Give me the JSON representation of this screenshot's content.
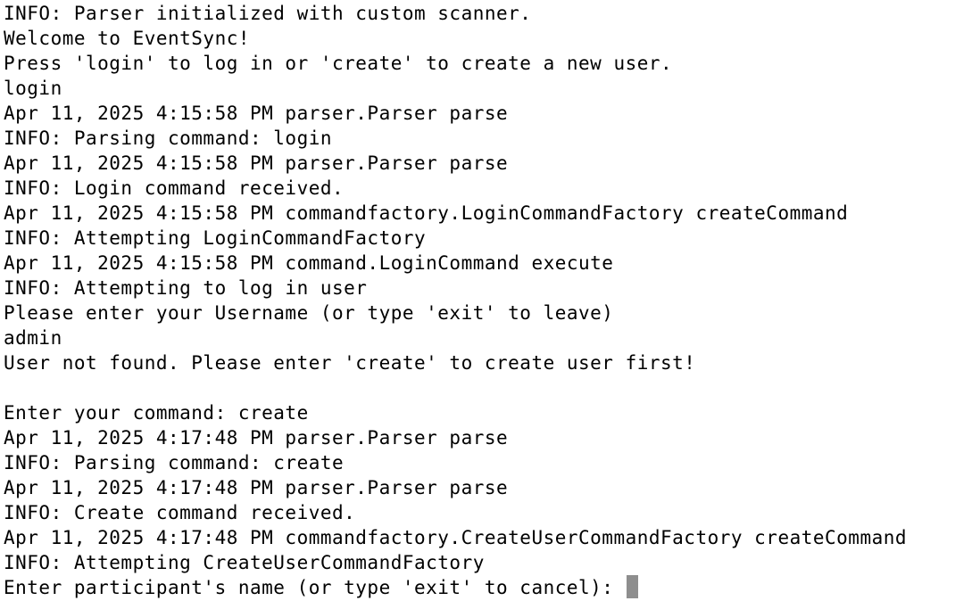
{
  "terminal": {
    "lines": [
      "INFO: Parser initialized with custom scanner.",
      "Welcome to EventSync!",
      "Press 'login' to log in or 'create' to create a new user.",
      "login",
      "Apr 11, 2025 4:15:58 PM parser.Parser parse",
      "INFO: Parsing command: login",
      "Apr 11, 2025 4:15:58 PM parser.Parser parse",
      "INFO: Login command received.",
      "Apr 11, 2025 4:15:58 PM commandfactory.LoginCommandFactory createCommand",
      "INFO: Attempting LoginCommandFactory",
      "Apr 11, 2025 4:15:58 PM command.LoginCommand execute",
      "INFO: Attempting to log in user",
      "Please enter your Username (or type 'exit' to leave)",
      "admin",
      "User not found. Please enter 'create' to create user first!",
      "",
      "Enter your command: create",
      "Apr 11, 2025 4:17:48 PM parser.Parser parse",
      "INFO: Parsing command: create",
      "Apr 11, 2025 4:17:48 PM parser.Parser parse",
      "INFO: Create command received.",
      "Apr 11, 2025 4:17:48 PM commandfactory.CreateUserCommandFactory createCommand",
      "INFO: Attempting CreateUserCommandFactory"
    ],
    "prompt": "Enter participant's name (or type 'exit' to cancel): "
  },
  "colors": {
    "background": "#ffffff",
    "text": "#000000",
    "cursor": "#8e8e8e"
  }
}
